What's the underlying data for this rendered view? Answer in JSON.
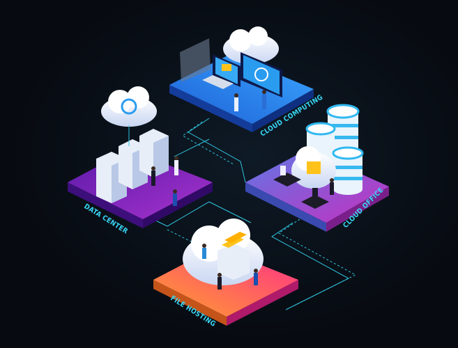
{
  "sections": [
    {
      "label": "CLOUD COMPUTING"
    },
    {
      "label": "DATA CENTER"
    },
    {
      "label": "CLOUD OFFICE"
    },
    {
      "label": "FILE HOSTING"
    }
  ],
  "colors": {
    "background": "#07090f",
    "wire": "#2fc4de",
    "label": "#38d6f5",
    "cloud_computing": [
      "#1d5fd6",
      "#3aa8ff"
    ],
    "data_center": [
      "#5a1aa8",
      "#a632cc"
    ],
    "cloud_office": [
      "#5f78e6",
      "#c430c0"
    ],
    "file_hosting": [
      "#ffa12c",
      "#ff2c8c"
    ]
  }
}
